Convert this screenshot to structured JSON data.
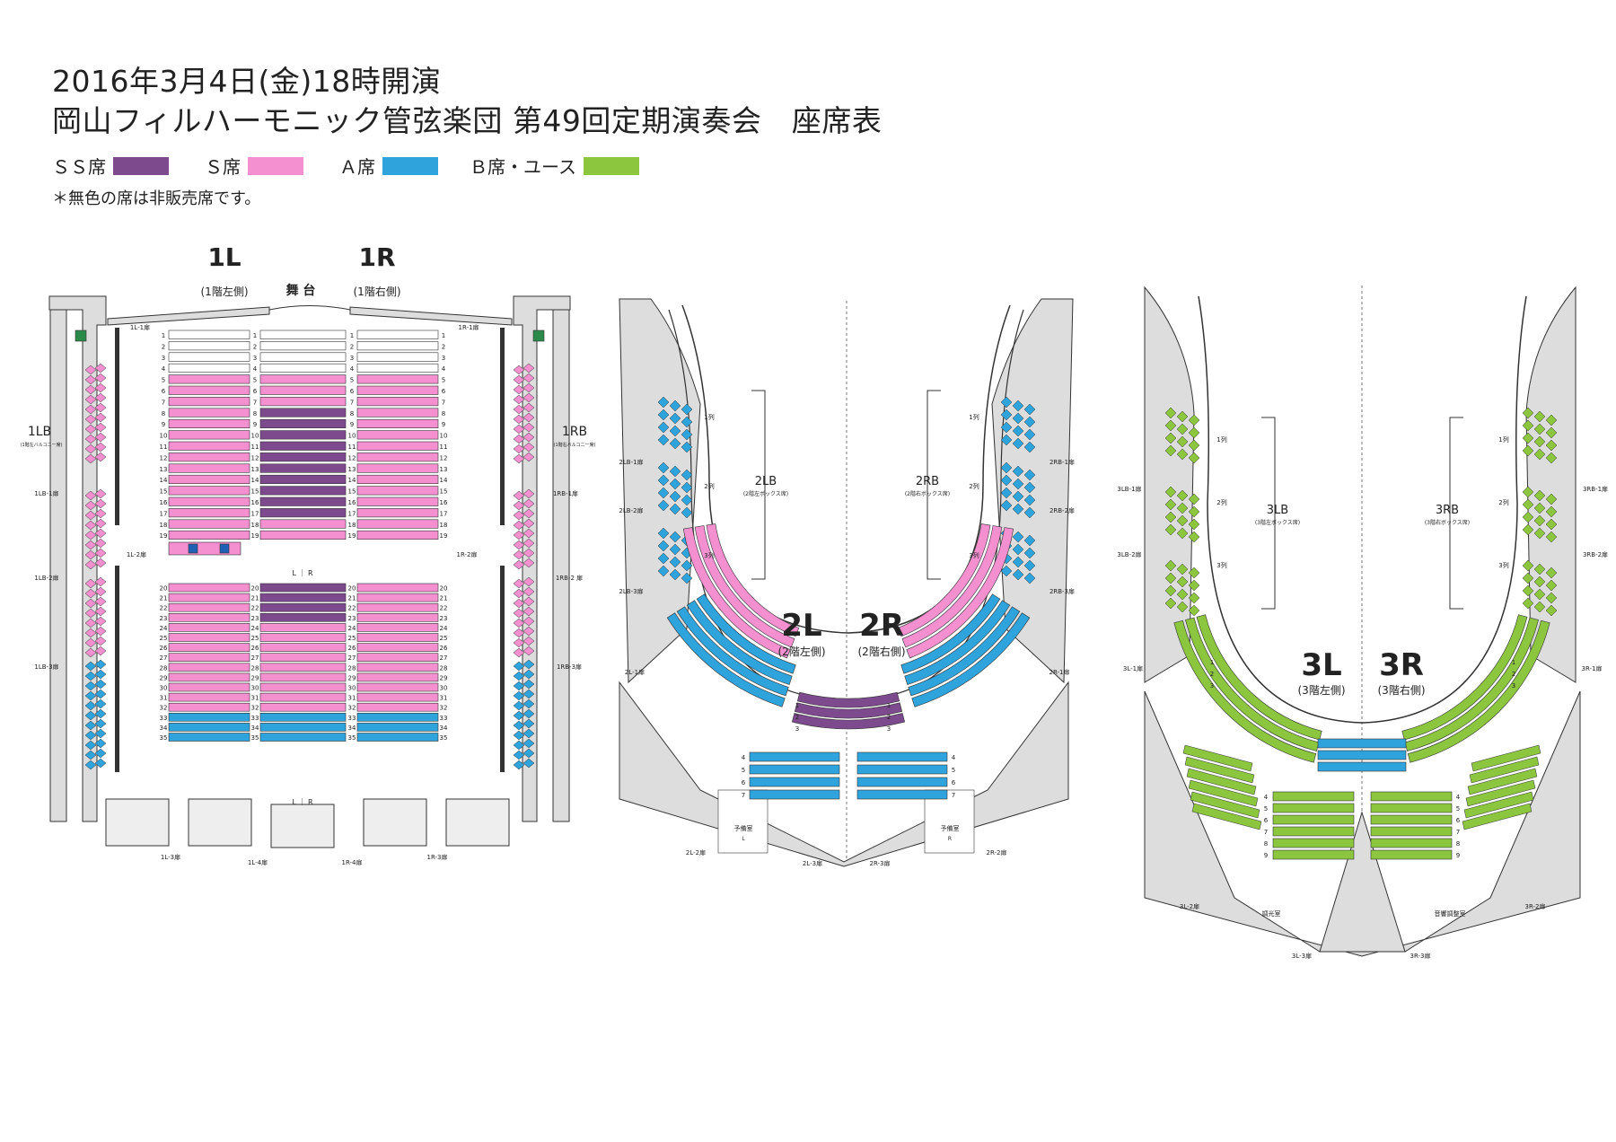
{
  "header": {
    "date_line": "2016年3月4日(金)18時開演",
    "title_line": "岡山フィルハーモニック管弦楽団 第49回定期演奏会　座席表"
  },
  "legend": {
    "items": [
      {
        "label": "ＳＳ席",
        "color": "#7d4a8e"
      },
      {
        "label": "Ｓ席",
        "color": "#f48fd0"
      },
      {
        "label": "Ａ席",
        "color": "#2ea3dc"
      },
      {
        "label": "Ｂ席・ユース",
        "color": "#8cc63f"
      }
    ],
    "note": "＊無色の席は非販売席です。"
  },
  "colors": {
    "ss": "#7d4a8e",
    "s": "#f48fd0",
    "a": "#2ea3dc",
    "b": "#8cc63f",
    "wall": "#dddddd",
    "line": "#333333"
  },
  "floor1": {
    "left_label": "1L",
    "left_sub": "(1階左側)",
    "right_label": "1R",
    "right_sub": "(1階右側)",
    "stage": "舞 台",
    "box_left": "1LB",
    "box_right": "1RB",
    "box_left_sub": "(1階左バルコニー席)",
    "box_right_sub": "(1階右バルコニー席)",
    "aisle_lr": "L ｜ R",
    "doors": [
      "1L-1扉",
      "1R-1扉",
      "1L-2扉",
      "1R-2扉",
      "1LB-1扉",
      "1RB-1扉",
      "1LB-2扉",
      "1RB-2 扉",
      "1LB-3扉",
      "1RB-3扉",
      "1L-3扉",
      "1L-4扉",
      "1R-4扉",
      "1R-3扉"
    ],
    "row_numbers": [
      "1",
      "2",
      "3",
      "4",
      "5",
      "6",
      "7",
      "8",
      "9",
      "10",
      "11",
      "12",
      "13",
      "14",
      "15",
      "16",
      "17",
      "18",
      "19",
      "20",
      "21",
      "22",
      "23",
      "24",
      "25",
      "26",
      "27",
      "28",
      "29",
      "30",
      "31",
      "32",
      "33",
      "34",
      "35"
    ],
    "row_colors": [
      "none",
      "none",
      "none",
      "none",
      "s",
      "s",
      "s",
      "ss",
      "ss",
      "ss",
      "ss",
      "ss",
      "ss",
      "ss",
      "ss",
      "ss",
      "ss",
      "s",
      "s",
      "ss",
      "ss",
      "ss",
      "ss",
      "s",
      "s",
      "s",
      "s",
      "s",
      "s",
      "s",
      "s",
      "s",
      "a",
      "a",
      "a"
    ],
    "side_row_colors": [
      "none",
      "none",
      "none",
      "none",
      "s",
      "s",
      "s",
      "s",
      "s",
      "s",
      "s",
      "s",
      "s",
      "s",
      "s",
      "s",
      "s",
      "s",
      "s",
      "s",
      "s",
      "s",
      "s",
      "s",
      "s",
      "s",
      "s",
      "s",
      "s",
      "s",
      "s",
      "s",
      "a",
      "a",
      "a"
    ]
  },
  "floor2": {
    "left_label": "2L",
    "left_sub": "(2階左側)",
    "right_label": "2R",
    "right_sub": "(2階右側)",
    "box_left": "2LB",
    "box_left_sub": "(2階左ボックス席)",
    "box_right": "2RB",
    "box_right_sub": "(2階右ボックス席)",
    "box_rows": [
      "1列",
      "2列",
      "3列"
    ],
    "rows": [
      "1",
      "2",
      "3",
      "4",
      "5",
      "6",
      "7"
    ],
    "room_left": "予備室",
    "room_left_sub": "L",
    "room_right": "予備室",
    "room_right_sub": "R",
    "doors": [
      "2LB-1扉",
      "2LB-2扉",
      "2LB-3扉",
      "2RB-1扉",
      "2RB-2扉",
      "2RB-3扉",
      "2L-1扉",
      "2R-1扉",
      "2L-2扉",
      "2R-2扉",
      "2L-3扉",
      "2R-3扉"
    ]
  },
  "floor3": {
    "left_label": "3L",
    "left_sub": "(3階左側)",
    "right_label": "3R",
    "right_sub": "(3階右側)",
    "box_left": "3LB",
    "box_left_sub": "(3階左ボックス席)",
    "box_right": "3RB",
    "box_right_sub": "(3階右ボックス席)",
    "box_rows": [
      "1列",
      "2列",
      "3列"
    ],
    "rows": [
      "1",
      "2",
      "3",
      "4",
      "5",
      "6",
      "7",
      "8",
      "9"
    ],
    "room_left": "調光室",
    "room_right": "音響調整室",
    "doors": [
      "3LB-1扉",
      "3LB-2扉",
      "3RB-1扉",
      "3RB-2扉",
      "3L-1扉",
      "3R-1扉",
      "3L-2扉",
      "3R-2扉",
      "3L-3扉",
      "3R-3扉"
    ]
  }
}
